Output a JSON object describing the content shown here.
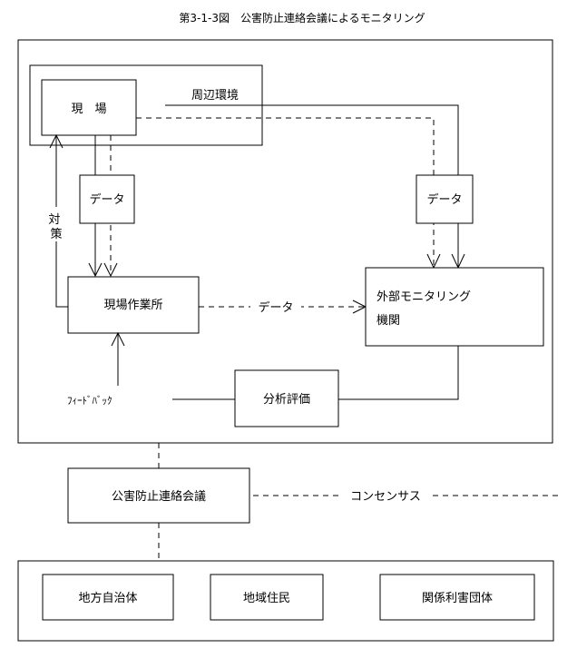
{
  "title": "第3-1-3図　公害防止連絡会議によるモニタリング",
  "nodes": {
    "site": "現　場",
    "surroundings": "周辺環境",
    "data_left": "データ",
    "data_right": "データ",
    "data_middle": "データ",
    "countermeasure": "対策",
    "site_office": "現場作業所",
    "external_monitoring_line1": "外部モニタリング",
    "external_monitoring_line2": "機関",
    "feedback": "ﾌｨｰﾄﾞﾊﾞｯｸ",
    "analysis": "分析評価",
    "council": "公害防止連絡会議",
    "consensus": "コンセンサス",
    "local_government": "地方自治体",
    "local_residents": "地域住民",
    "stakeholders": "関係利害団体"
  }
}
